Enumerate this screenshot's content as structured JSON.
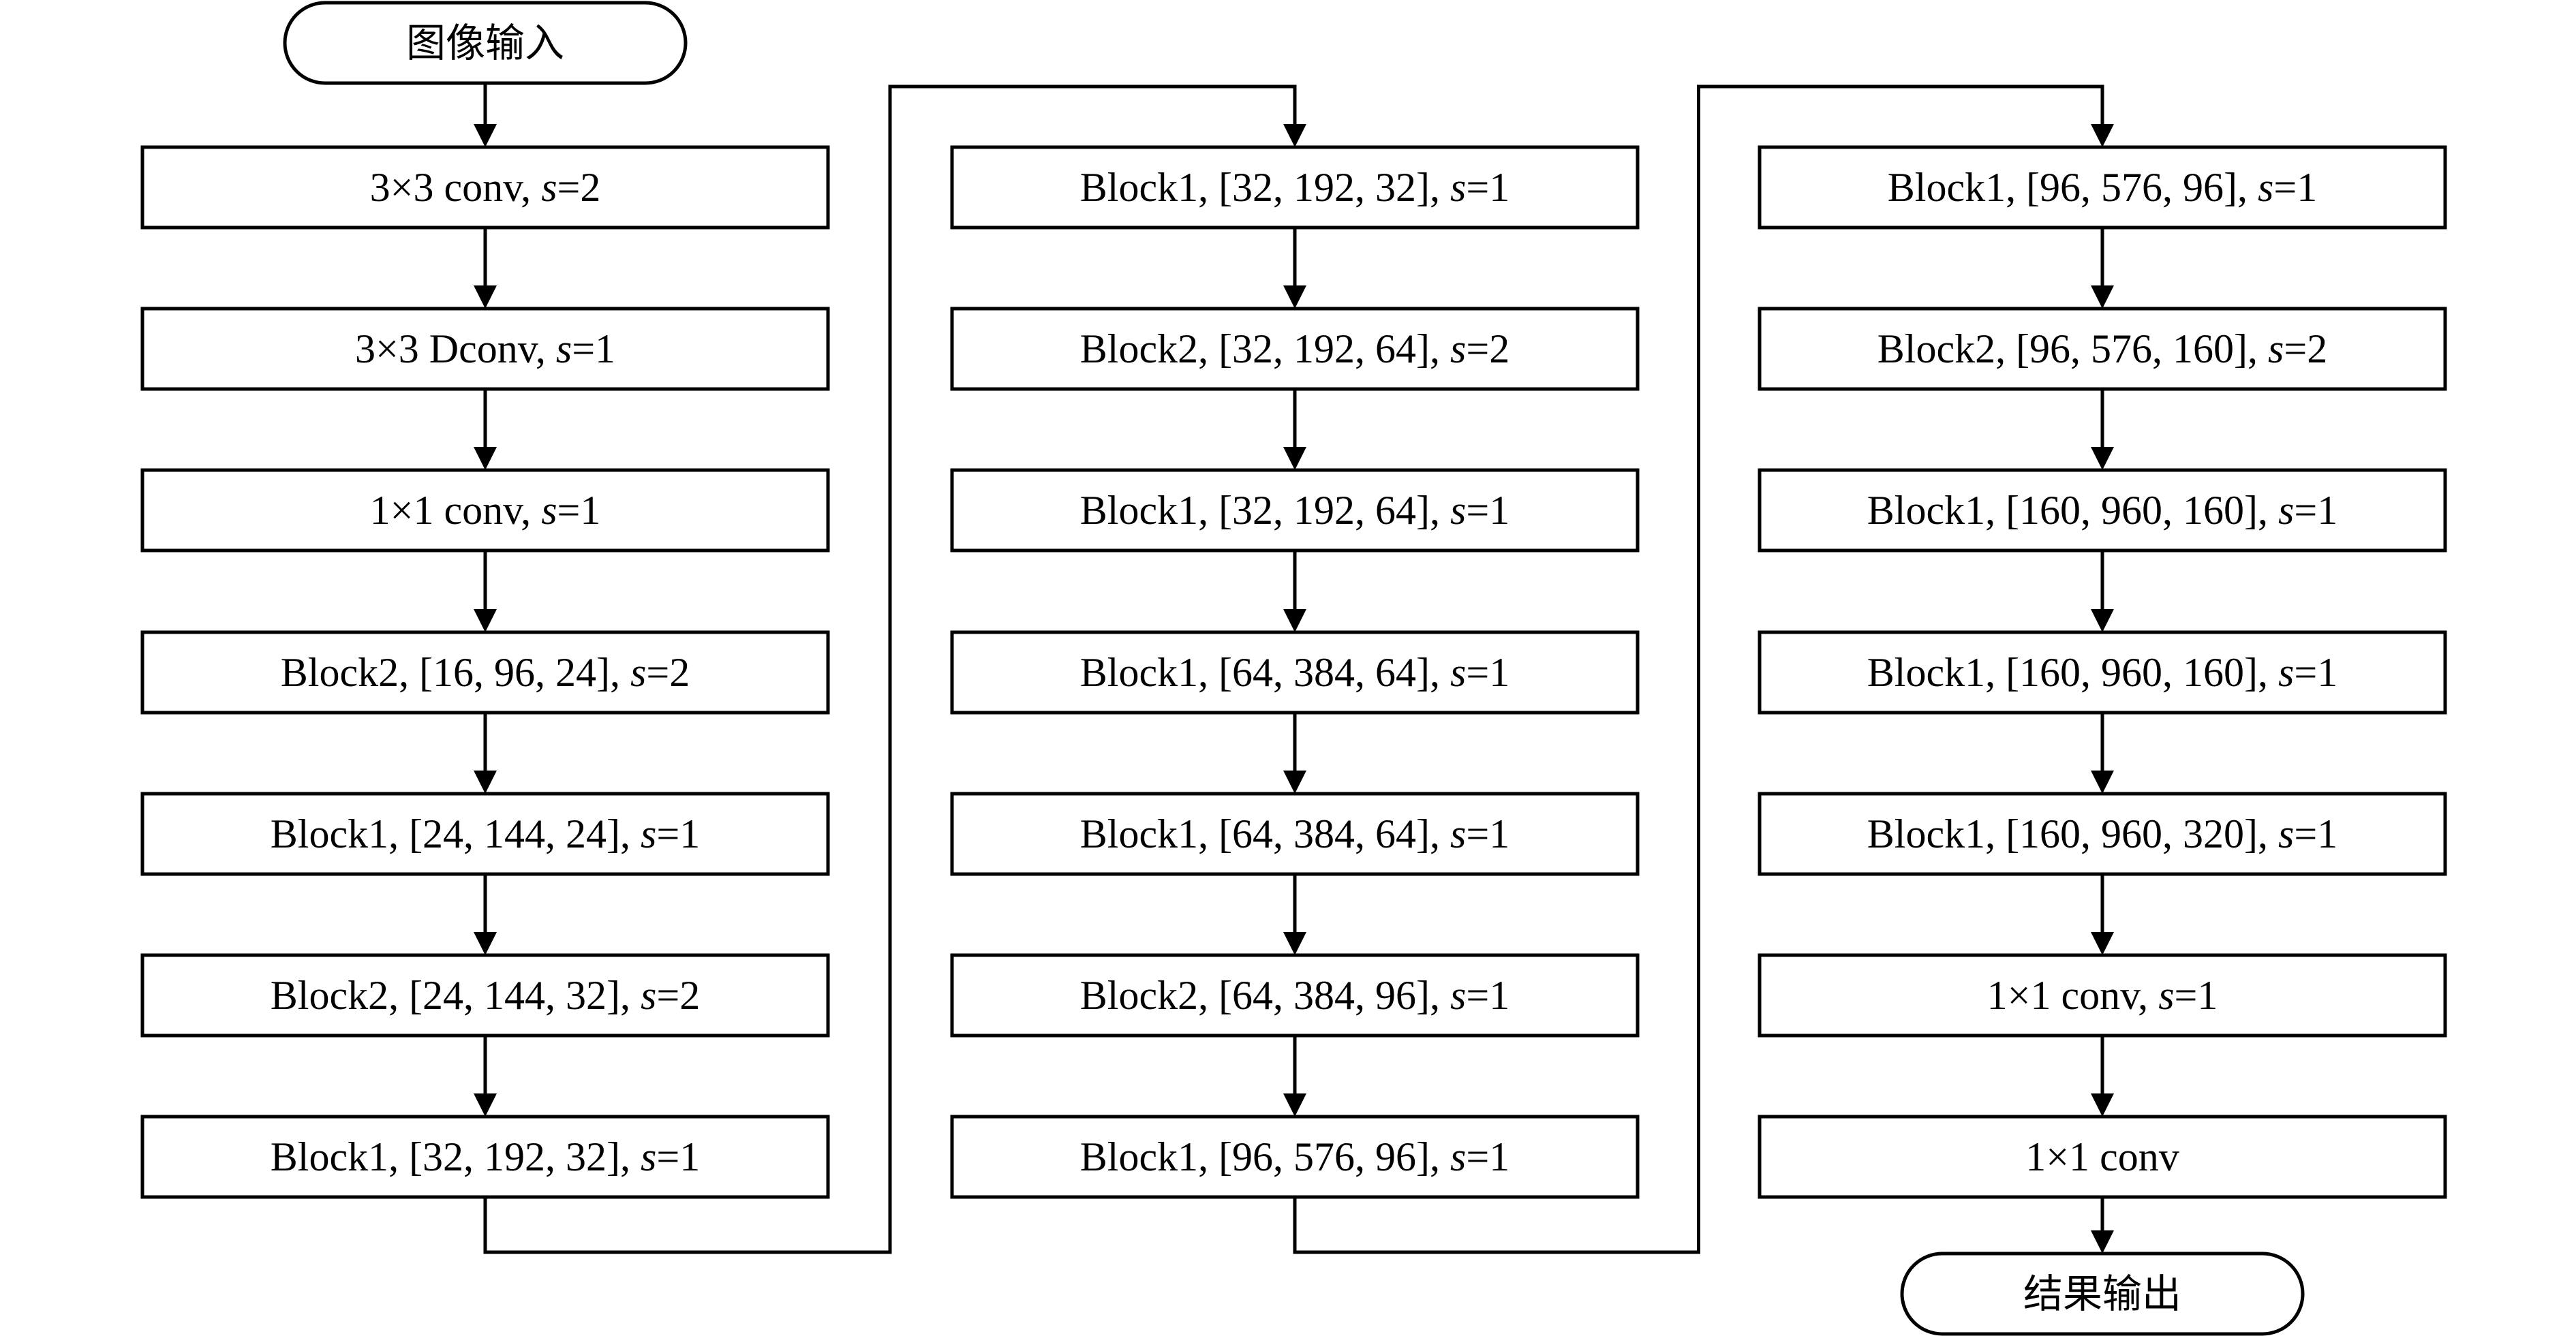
{
  "start_label": "图像输入",
  "end_label": "结果输出",
  "columns": [
    {
      "blocks": [
        [
          "3×3 conv, ",
          "s",
          "=2"
        ],
        [
          "3×3 Dconv, ",
          "s",
          "=1"
        ],
        [
          "1×1 conv, ",
          "s",
          "=1"
        ],
        [
          "Block2, [16, 96, 24], ",
          "s",
          "=2"
        ],
        [
          "Block1, [24, 144, 24], ",
          "s",
          "=1"
        ],
        [
          "Block2, [24, 144, 32], ",
          "s",
          "=2"
        ],
        [
          "Block1, [32, 192, 32], ",
          "s",
          "=1"
        ]
      ]
    },
    {
      "blocks": [
        [
          "Block1, [32, 192, 32], ",
          "s",
          "=1"
        ],
        [
          "Block2, [32, 192, 64], ",
          "s",
          "=2"
        ],
        [
          "Block1, [32, 192, 64], ",
          "s",
          "=1"
        ],
        [
          "Block1, [64, 384, 64], ",
          "s",
          "=1"
        ],
        [
          "Block1, [64, 384, 64], ",
          "s",
          "=1"
        ],
        [
          "Block2, [64, 384, 96], ",
          "s",
          "=1"
        ],
        [
          "Block1, [96, 576, 96], ",
          "s",
          "=1"
        ]
      ]
    },
    {
      "blocks": [
        [
          "Block1, [96, 576, 96], ",
          "s",
          "=1"
        ],
        [
          "Block2, [96, 576, 160], ",
          "s",
          "=2"
        ],
        [
          "Block1, [160, 960, 160], ",
          "s",
          "=1"
        ],
        [
          "Block1, [160, 960, 160], ",
          "s",
          "=1"
        ],
        [
          "Block1, [160, 960, 320], ",
          "s",
          "=1"
        ],
        [
          "1×1 conv, ",
          "s",
          "=1"
        ],
        [
          "1×1 conv",
          "",
          ""
        ]
      ]
    }
  ]
}
